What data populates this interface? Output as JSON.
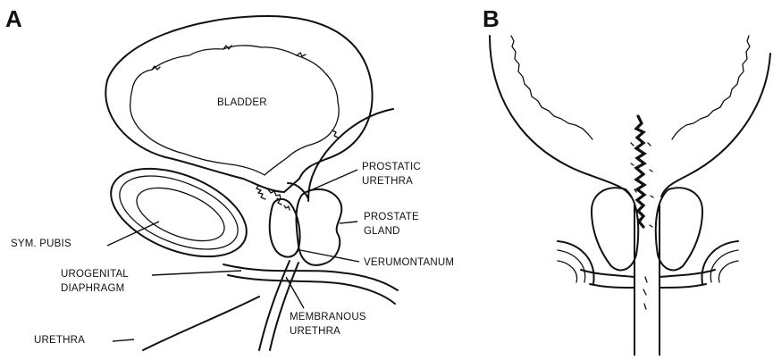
{
  "panels": {
    "a": {
      "letter": "A",
      "labels": {
        "bladder": "BLADDER",
        "prostatic_urethra_1": "PROSTATIC",
        "prostatic_urethra_2": "URETHRA",
        "prostate_gland_1": "PROSTATE",
        "prostate_gland_2": "GLAND",
        "sym_pubis": "SYM. PUBIS",
        "urogenital_1": "UROGENITAL",
        "urogenital_2": "DIAPHRAGM",
        "verumontanum": "VERUMONTANUM",
        "membranous_1": "MEMBRANOUS",
        "membranous_2": "URETHRA",
        "urethra": "URETHRA"
      }
    },
    "b": {
      "letter": "B"
    }
  }
}
